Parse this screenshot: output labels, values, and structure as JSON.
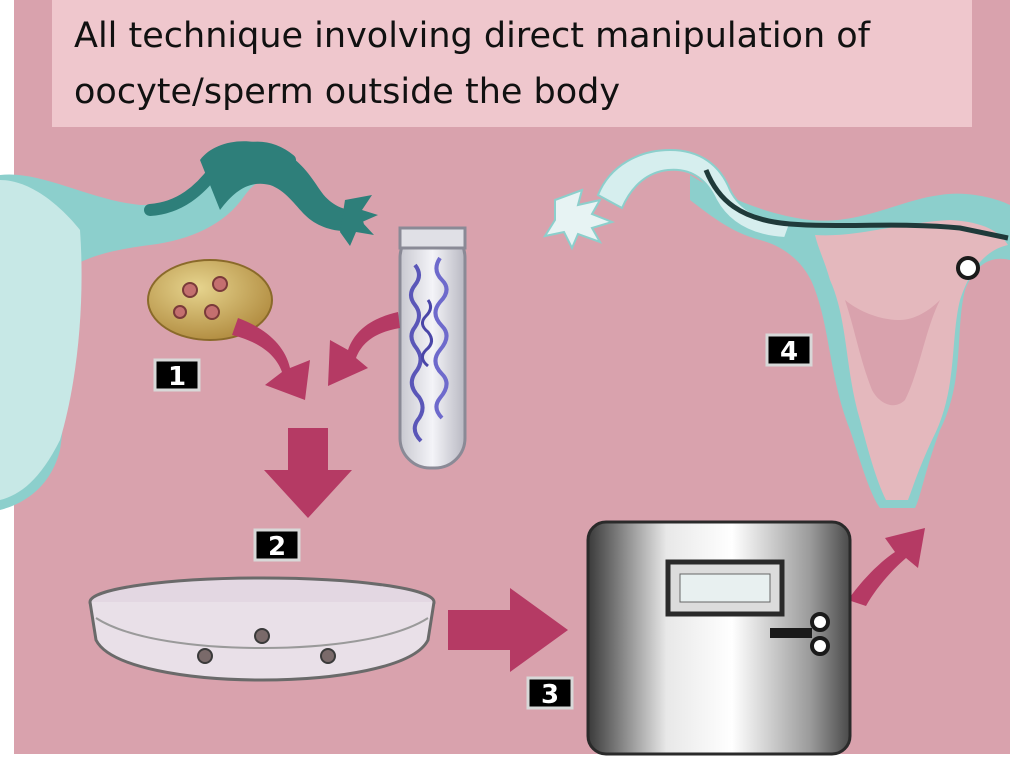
{
  "slide": {
    "title": "All technique involving direct manipulation of\noocyte/sperm outside the body"
  },
  "steps": [
    {
      "label": "1"
    },
    {
      "label": "2"
    },
    {
      "label": "3"
    },
    {
      "label": "4"
    }
  ],
  "colors": {
    "background": "#d9a2ad",
    "title_box": "#efc7cd",
    "arrow": "#b53a64",
    "uterus_teal": "#8ccfcc",
    "tube_dark_teal": "#2e7f7a"
  }
}
